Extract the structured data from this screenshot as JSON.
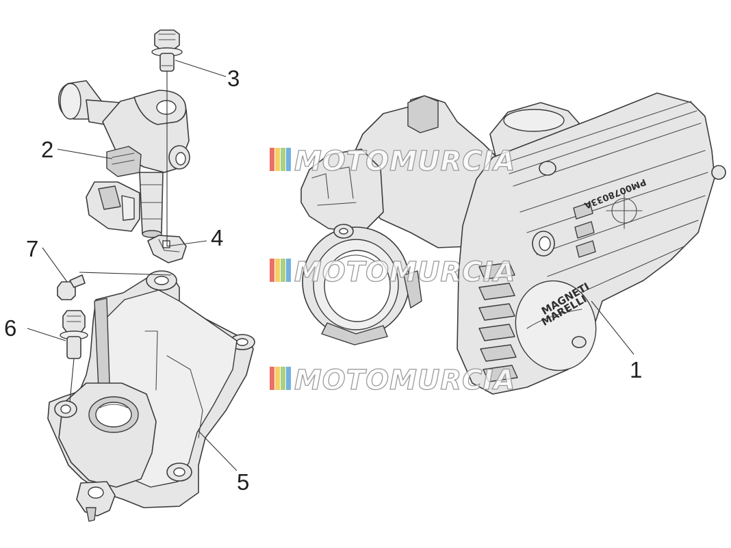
{
  "callouts": {
    "p1": "1",
    "p2": "2",
    "p3": "3",
    "p4": "4",
    "p5": "5",
    "p6": "6",
    "p7": "7"
  },
  "watermark": {
    "text": "MOTOMURCIA",
    "stripe_colors": [
      "#e8574a",
      "#f2c84b",
      "#9cc96b",
      "#5aa3d8"
    ]
  },
  "stamps": {
    "brand_line1": "MAGNETI",
    "brand_line2": "MARELLI",
    "part_code": "PM0078033A"
  }
}
